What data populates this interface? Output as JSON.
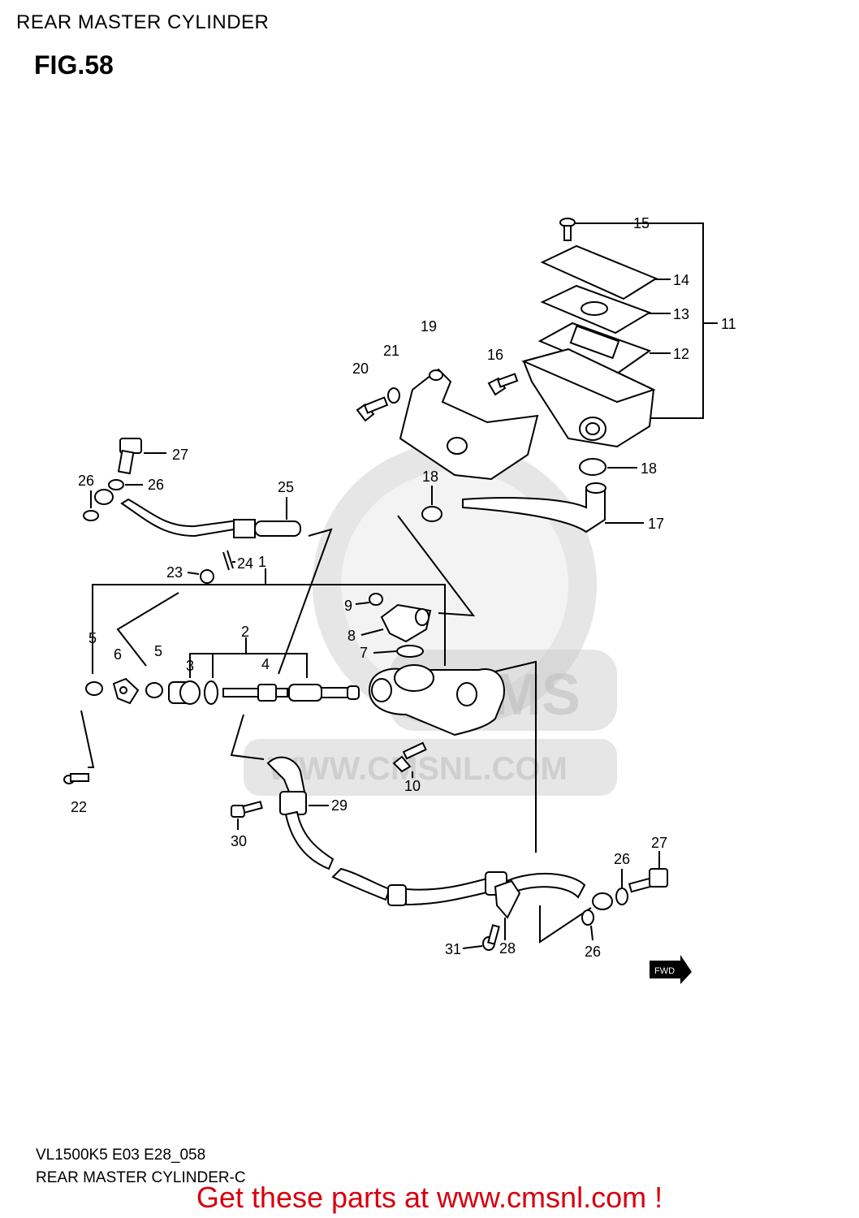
{
  "header_title": "REAR MASTER CYLINDER",
  "fig_label": "FIG.58",
  "watermark": {
    "logo_text": "CMS",
    "url_text": "WWW.CMSNL.COM"
  },
  "fwd_label": "FWD",
  "footer": {
    "line1": "VL1500K5 E03 E28_058",
    "line2": "REAR MASTER CYLINDER-C",
    "cta": "Get these parts at www.cmsnl.com !"
  },
  "callouts": [
    "1",
    "2",
    "3",
    "4",
    "5",
    "5",
    "6",
    "7",
    "8",
    "9",
    "10",
    "11",
    "12",
    "13",
    "14",
    "15",
    "16",
    "17",
    "18",
    "18",
    "19",
    "20",
    "21",
    "22",
    "23",
    "24",
    "25",
    "26",
    "26",
    "26",
    "26",
    "27",
    "27",
    "28",
    "29",
    "30",
    "31"
  ]
}
